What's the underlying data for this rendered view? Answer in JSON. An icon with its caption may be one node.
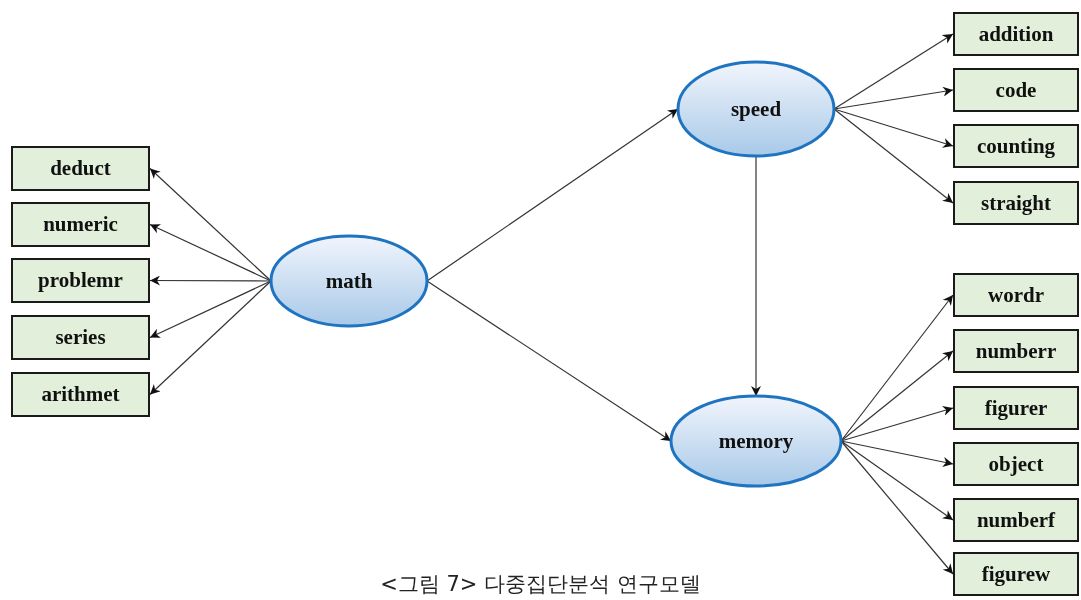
{
  "diagram": {
    "caption": "<그림 7> 다중집단분석 연구모델",
    "nodes": [
      {
        "text": [
          "deduct"
        ]
      },
      {
        "text": [
          "numeric"
        ]
      },
      {
        "text": [
          "problemr"
        ]
      },
      {
        "text": [
          "series"
        ]
      },
      {
        "text": [
          "arithmet"
        ]
      },
      {
        "text": [
          "math"
        ]
      },
      {
        "text": [
          "speed"
        ]
      },
      {
        "text": [
          "addition"
        ]
      },
      {
        "text": [
          "code"
        ]
      },
      {
        "text": [
          "counting"
        ]
      },
      {
        "text": [
          "straight"
        ]
      },
      {
        "text": [
          "memory"
        ]
      },
      {
        "text": [
          "wordr"
        ]
      },
      {
        "text": [
          "numberr"
        ]
      },
      {
        "text": [
          "figurer"
        ]
      },
      {
        "text": [
          "object"
        ]
      },
      {
        "text": [
          "numberf"
        ]
      },
      {
        "text": [
          "figurew"
        ]
      }
    ],
    "edges": [
      {
        "from": 5,
        "to": 0,
        "arrow": "to"
      },
      {
        "from": 5,
        "to": 1,
        "arrow": "to"
      },
      {
        "from": 5,
        "to": 2,
        "arrow": "to"
      },
      {
        "from": 5,
        "to": 3,
        "arrow": "to"
      },
      {
        "from": 5,
        "to": 4,
        "arrow": "to"
      },
      {
        "from": 5,
        "to": 6,
        "arrow": "to"
      },
      {
        "from": 5,
        "to": 11,
        "arrow": "to"
      },
      {
        "from": 6,
        "to": 11,
        "arrow": "to"
      },
      {
        "from": 6,
        "to": 7,
        "arrow": "to"
      },
      {
        "from": 6,
        "to": 8,
        "arrow": "to"
      },
      {
        "from": 6,
        "to": 9,
        "arrow": "to"
      },
      {
        "from": 6,
        "to": 10,
        "arrow": "to"
      },
      {
        "from": 11,
        "to": 12,
        "arrow": "to"
      },
      {
        "from": 11,
        "to": 13,
        "arrow": "to"
      },
      {
        "from": 11,
        "to": 14,
        "arrow": "to"
      },
      {
        "from": 11,
        "to": 15,
        "arrow": "to"
      },
      {
        "from": 11,
        "to": 16,
        "arrow": "to"
      },
      {
        "from": 11,
        "to": 17,
        "arrow": "to"
      }
    ]
  }
}
